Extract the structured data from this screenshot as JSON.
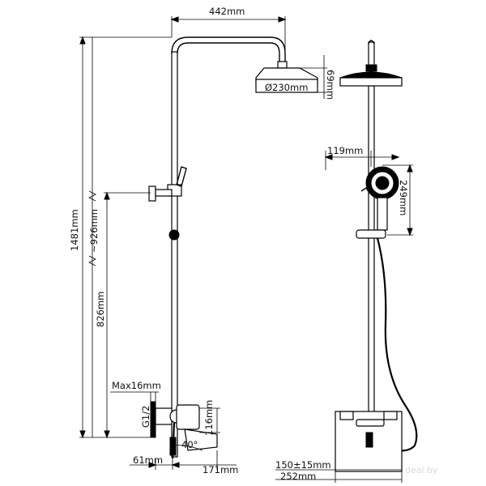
{
  "dimensions": {
    "top_width": "442mm",
    "head_diameter": "Ø230mm",
    "head_height": "69mm",
    "total_height": "1481mm",
    "range_height": "~926mm",
    "faucet_height": "826mm",
    "max_thickness": "Max16mm",
    "g_thread": "G1/2",
    "spout_height": "116mm",
    "angle": "40°",
    "base_depth": "61mm",
    "spout_length": "171mm",
    "handshower_offset": "119mm",
    "handshower_height": "249mm",
    "center_distance": "150±15mm",
    "body_width": "252mm"
  },
  "watermark": "deal.by"
}
